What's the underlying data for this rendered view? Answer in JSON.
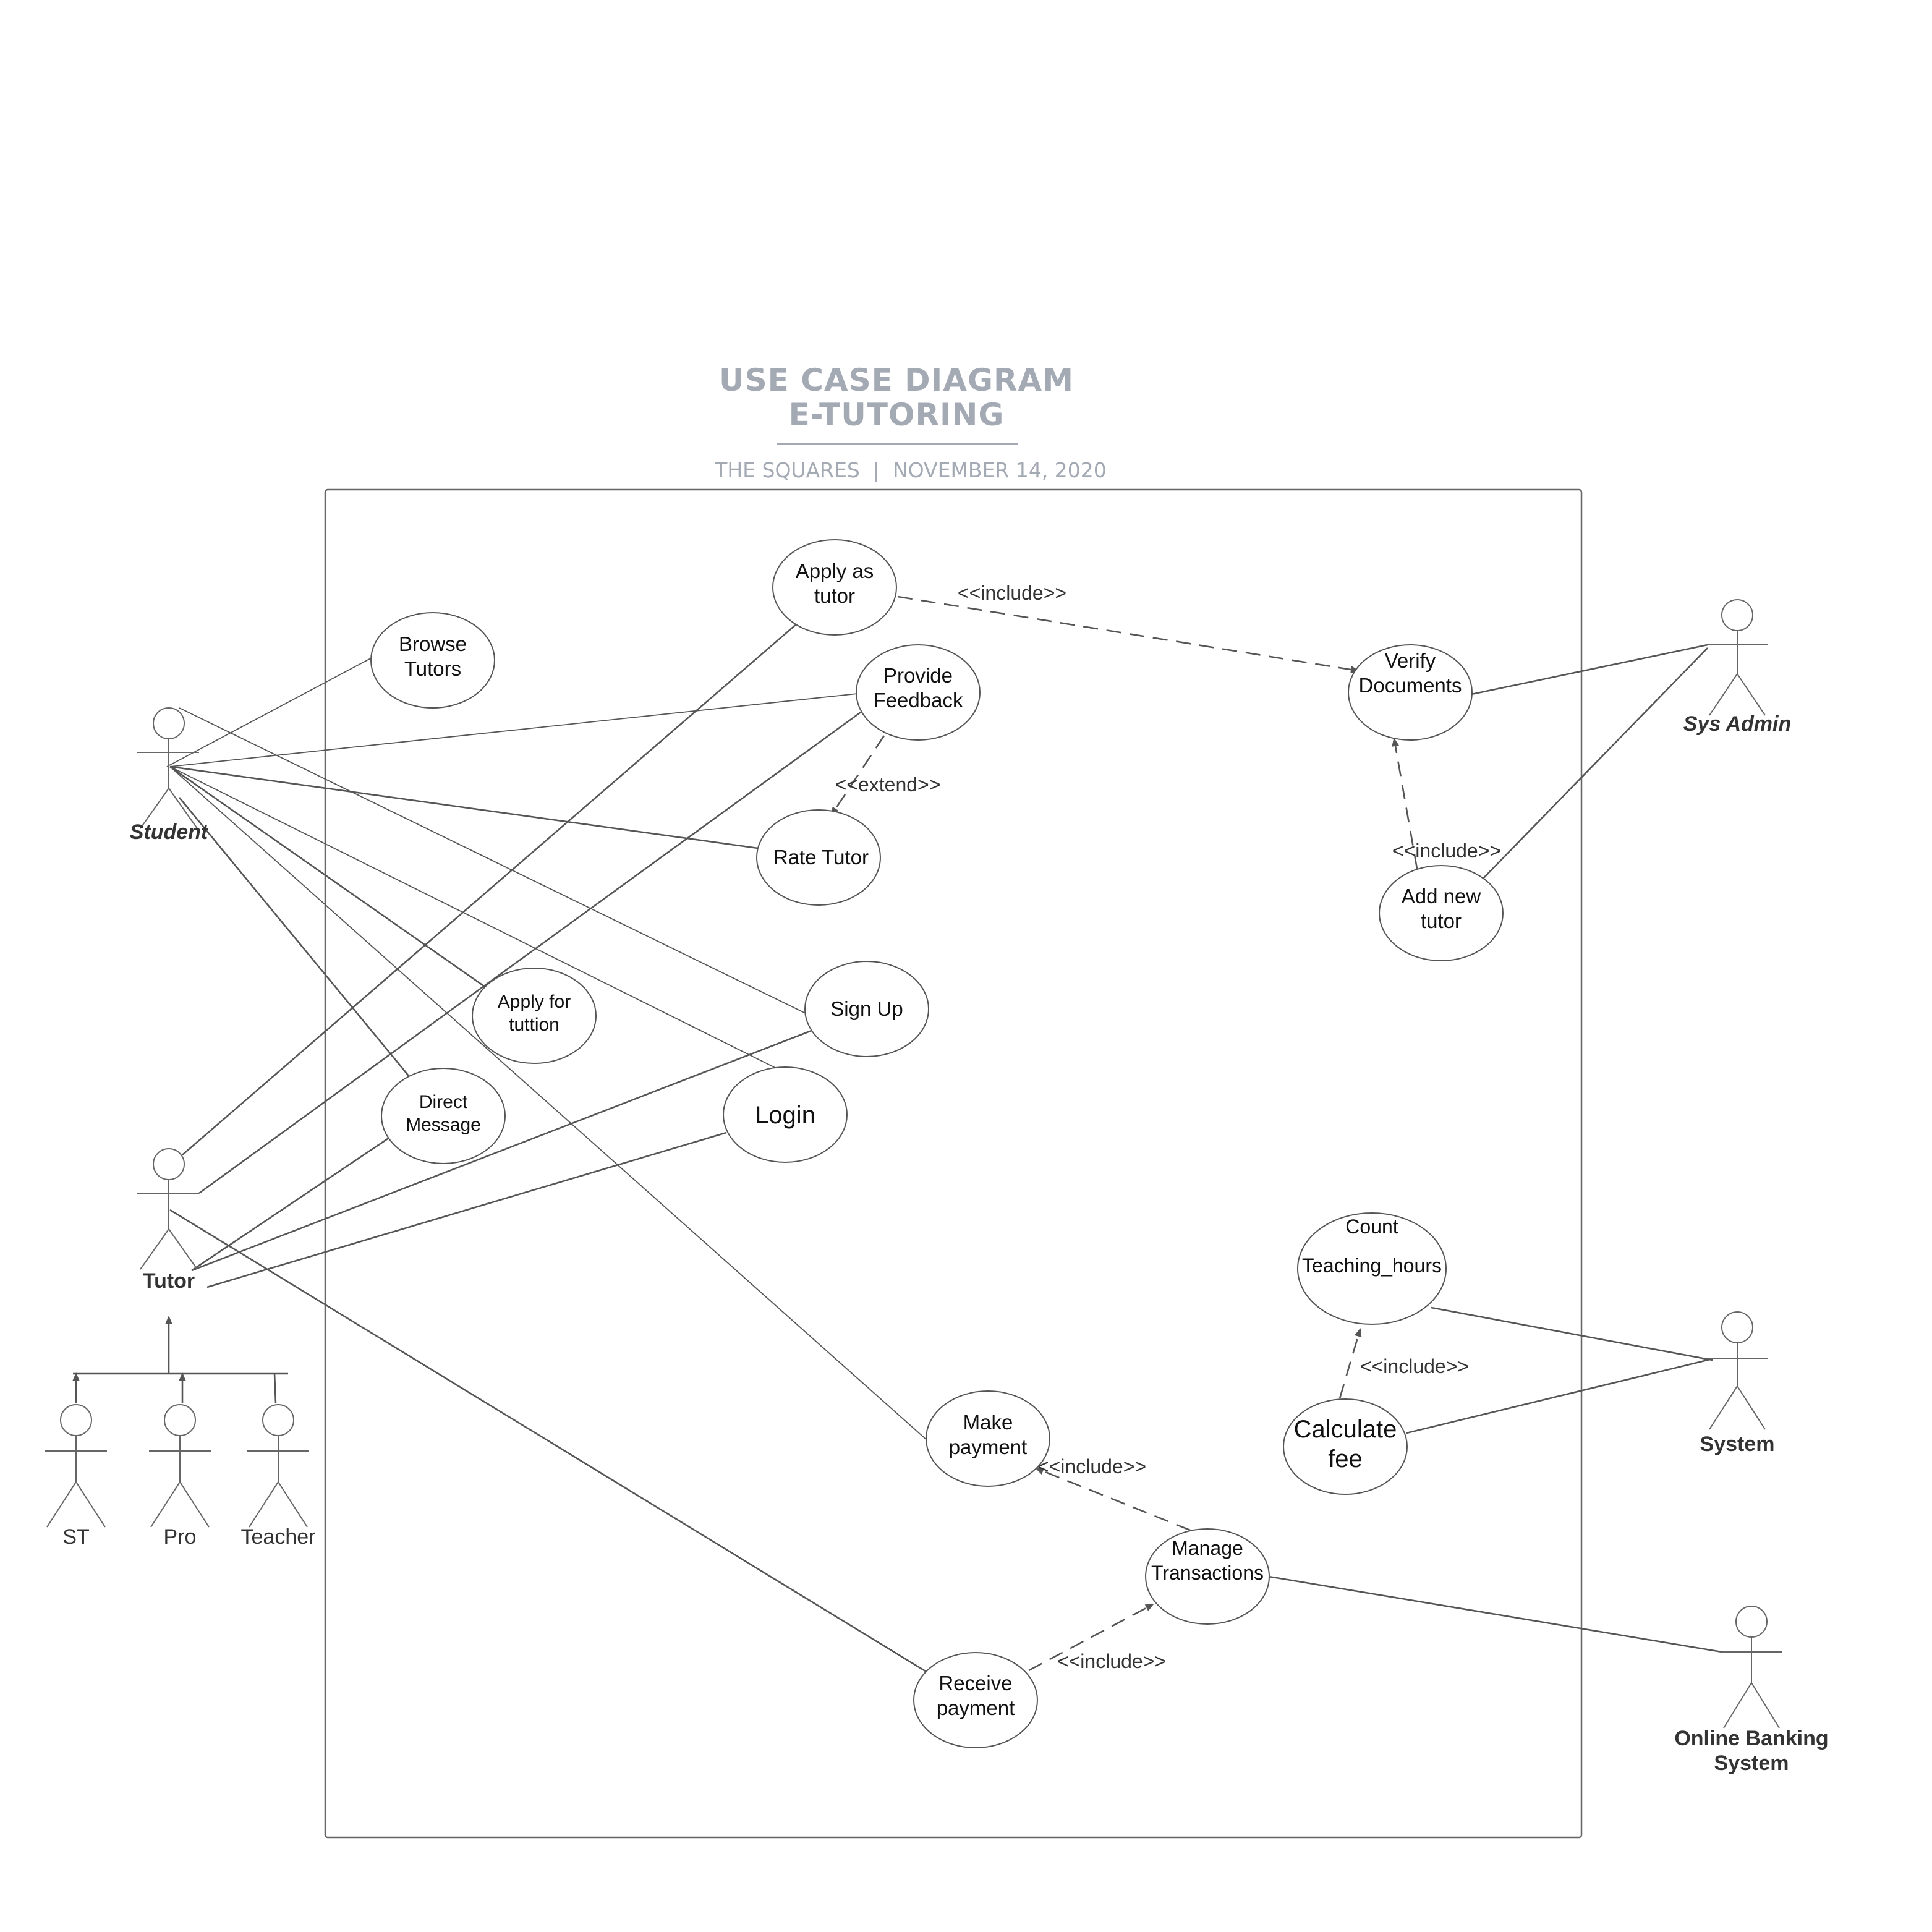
{
  "header": {
    "title_line1": "USE CASE DIAGRAM",
    "title_line2": "E-TUTORING",
    "subtitle": "THE SQUARES  |  NOVEMBER 14, 2020"
  },
  "colors": {
    "line": "#555555",
    "title": "#a3aab4",
    "text": "#111111"
  },
  "actors": {
    "student": "Student",
    "tutor": "Tutor",
    "sys_admin": "Sys Admin",
    "system": "System",
    "online_banking_line1": "Online Banking",
    "online_banking_line2": "System",
    "st": "ST",
    "pro": "Pro",
    "teacher": "Teacher"
  },
  "use_cases": {
    "apply_as_tutor": [
      "Apply as",
      "tutor"
    ],
    "browse_tutors": [
      "Browse",
      "Tutors"
    ],
    "provide_feedback": [
      "Provide",
      "Feedback"
    ],
    "verify_documents": [
      "Verify",
      "Documents"
    ],
    "rate_tutor": [
      "Rate Tutor"
    ],
    "add_new_tutor": [
      "Add new",
      "tutor"
    ],
    "apply_for_tuition": [
      "Apply for",
      "tuttion"
    ],
    "sign_up": [
      "Sign Up"
    ],
    "direct_message": [
      "Direct",
      "Message"
    ],
    "login": [
      "Login"
    ],
    "count_teaching_hours": [
      "Count",
      "Teaching_hours"
    ],
    "calculate_fee": [
      "Calculate",
      "fee"
    ],
    "make_payment": [
      "Make",
      "payment"
    ],
    "manage_transactions": [
      "Manage",
      "Transactions"
    ],
    "receive_payment": [
      "Receive",
      "payment"
    ]
  },
  "relations": {
    "include": "<<include>>",
    "extend": "<<extend>>"
  }
}
